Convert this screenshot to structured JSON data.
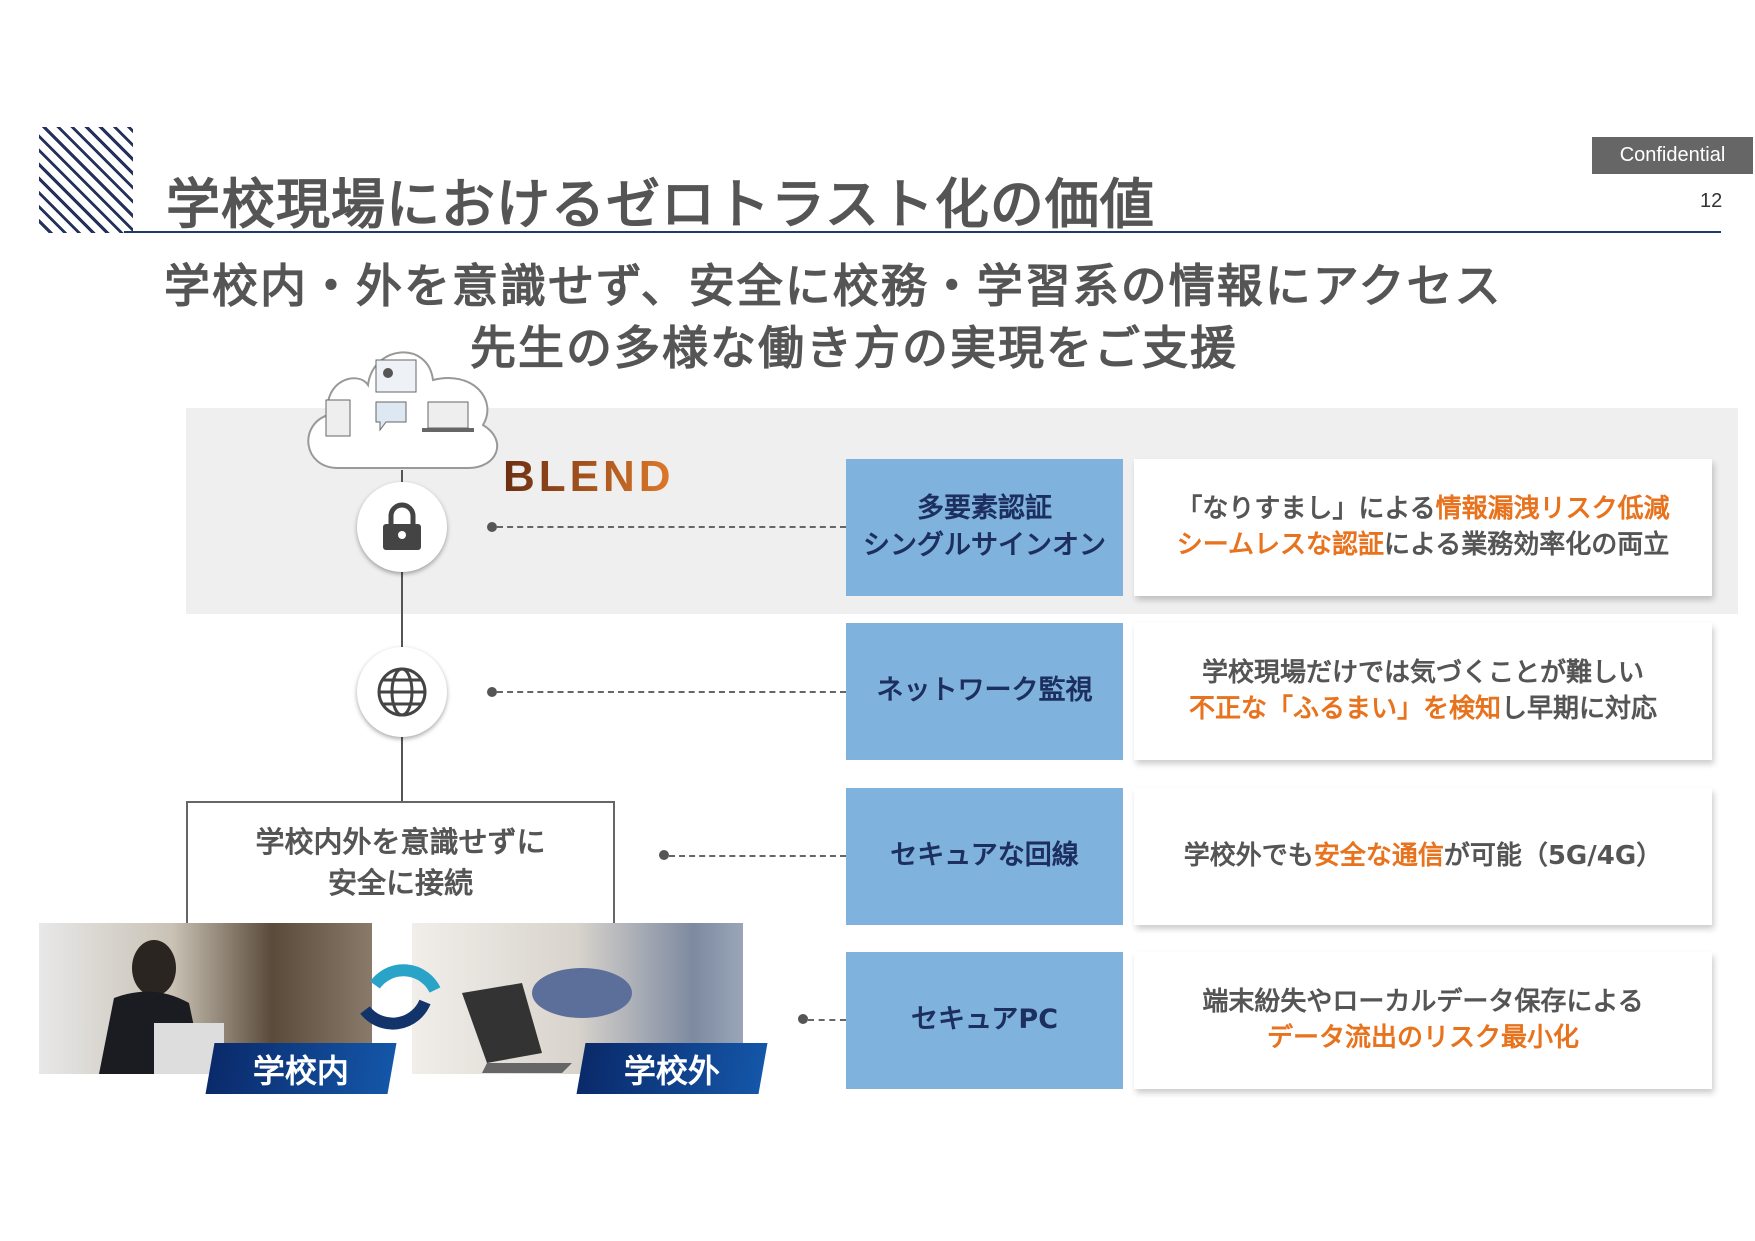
{
  "header": {
    "title": "学校現場におけるゼロトラスト化の価値",
    "confidential": "Confidential",
    "page_number": "12"
  },
  "subtitle": {
    "line1": "学校内・外を意識せず、安全に校務・学習系の情報にアクセス",
    "line2": "先生の多様な働き方の実現をご支援"
  },
  "diagram": {
    "brand": "BLEND",
    "connect_box": {
      "line1": "学校内外を意識せずに",
      "line2": "安全に接続"
    },
    "label_inside": "学校内",
    "label_outside": "学校外"
  },
  "rows": [
    {
      "title": [
        "多要素認証",
        "シングルサインオン"
      ],
      "desc": [
        [
          {
            "t": "「なりすまし」による",
            "h": false
          },
          {
            "t": "情報漏洩リスク低減",
            "h": true
          }
        ],
        [
          {
            "t": "シームレスな認証",
            "h": true
          },
          {
            "t": "による業務効率化の両立",
            "h": false
          }
        ]
      ]
    },
    {
      "title": [
        "ネットワーク監視"
      ],
      "desc": [
        [
          {
            "t": "学校現場だけでは気づくことが難しい",
            "h": false
          }
        ],
        [
          {
            "t": "不正な「ふるまい」を検知",
            "h": true
          },
          {
            "t": "し早期に対応",
            "h": false
          }
        ]
      ]
    },
    {
      "title": [
        "セキュアな回線"
      ],
      "desc": [
        [
          {
            "t": "学校外でも",
            "h": false
          },
          {
            "t": "安全な通信",
            "h": true
          },
          {
            "t": "が可能（5G/4G）",
            "h": false
          }
        ]
      ]
    },
    {
      "title": [
        "セキュアPC"
      ],
      "desc": [
        [
          {
            "t": "端末紛失やローカルデータ保存による",
            "h": false
          }
        ],
        [
          {
            "t": "データ流出のリスク最小化",
            "h": true
          }
        ]
      ]
    }
  ],
  "colors": {
    "accent": "#e8731e",
    "box": "#7fb2dc",
    "navy": "#1c2f5e"
  }
}
